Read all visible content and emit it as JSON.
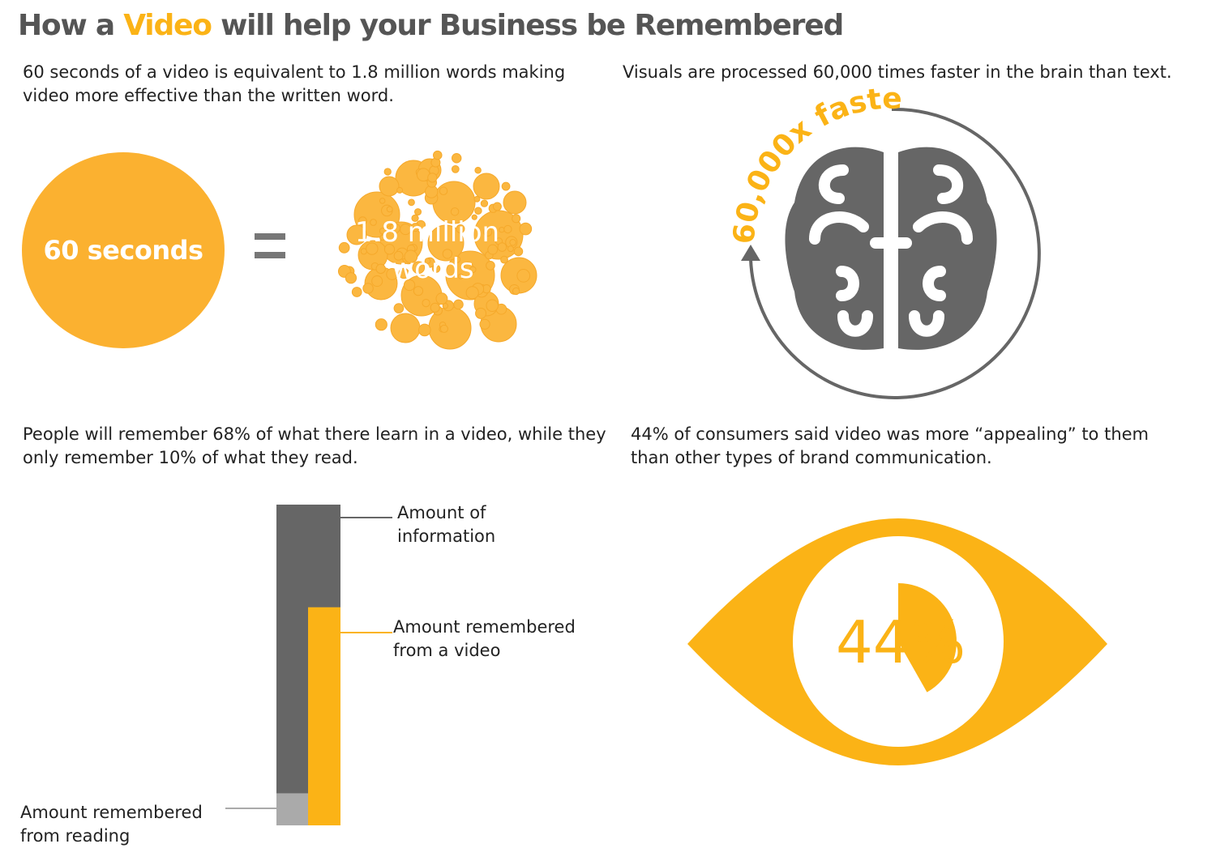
{
  "title": {
    "part1": "How a ",
    "highlight": "Video",
    "part2": " will help your Business be Remembered"
  },
  "section1": {
    "text": "60 seconds of a video is equivalent to 1.8 million words making video more effective than the written word.",
    "circle_label": "60 seconds",
    "bubble_line1": "1.8 million",
    "bubble_line2": "words"
  },
  "section2": {
    "text": "Visuals are processed 60,000 times faster in the brain than text.",
    "arc_label": "60,000x faster"
  },
  "section3": {
    "text": "People will remember 68% of what there learn in a video, while they only remember 10% of what they read.",
    "bars": {
      "amount_of_information": 100,
      "remembered_video_pct": 68,
      "remembered_reading_pct": 10
    },
    "label_info_1": "Amount of",
    "label_info_2": "information",
    "label_video_1": "Amount remembered",
    "label_video_2": "from a video",
    "label_reading_1": "Amount remembered",
    "label_reading_2": "from reading"
  },
  "section4": {
    "text": "44% of consumers said video was more “appealing” to them than other types of brand communication.",
    "percent_label": "44%",
    "percent_value": 44
  },
  "colors": {
    "accent": "#fbb316",
    "gray": "#666666",
    "light_gray": "#aaaaaa"
  }
}
